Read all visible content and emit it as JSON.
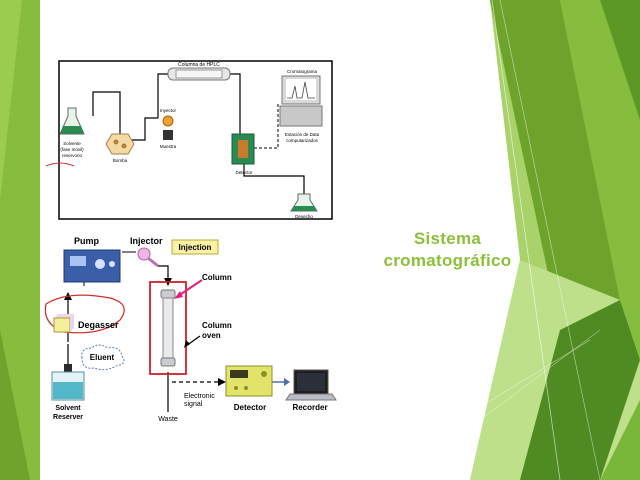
{
  "slide": {
    "title_line1": "Sistema",
    "title_line2": "cromatográfico",
    "accent_color": "#8cbf3a",
    "strip_color": "#7fb539"
  },
  "diagram_top": {
    "language": "es",
    "labels": {
      "column": "Columna de HPLC",
      "chromatogram": "Cromatograma",
      "injector": "Inyector",
      "sample": "Muestra",
      "solvent": [
        "Solvente",
        "(fase móvil)",
        "reservorio"
      ],
      "pump": "Bomba",
      "data_station": [
        "Estación de Data",
        "computarizados"
      ],
      "detector": "Detector",
      "waste": "Desecho"
    }
  },
  "diagram_bottom": {
    "language": "en",
    "labels": {
      "pump": "Pump",
      "injector": "Injector",
      "injection": "Injection",
      "column": "Column",
      "column_oven": [
        "Column",
        "oven"
      ],
      "degasser": "Degasser",
      "eluent": "Eluent",
      "solvent_reserver": [
        "Solvent",
        "Reserver"
      ],
      "electronic_signal": [
        "Electronic",
        "signal"
      ],
      "detector": "Detector",
      "recorder": "Recorder",
      "waste": "Waste"
    }
  }
}
